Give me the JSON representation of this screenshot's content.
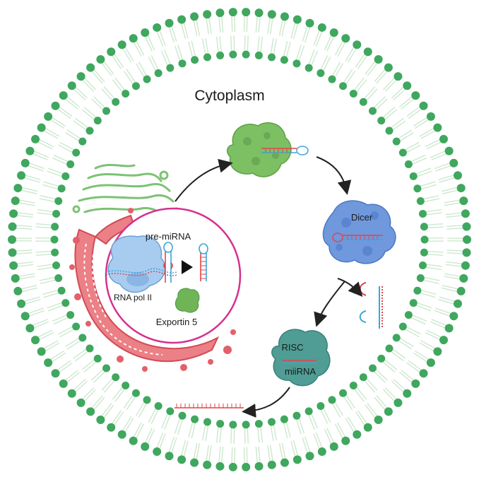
{
  "labels": {
    "cytoplasm": "Cytoplasm",
    "pre_mirna": "pre-miRNA",
    "rna_pol": "RNA pol II",
    "exportin": "Exportin 5",
    "dicer": "Dicer",
    "risc": "RISC",
    "mirna": "miiRNA"
  },
  "colors": {
    "membrane_head": "#3fa75e",
    "membrane_tail": "#cde8cf",
    "golgi": "#7cc274",
    "er": "#e2606a",
    "nucleus": "#d6308f",
    "exportin": "#6fb457",
    "polymerase": "#7fb2e6",
    "dicer": "#6f98dd",
    "risc": "#4f9d94",
    "rna_red": "#e0454a",
    "rna_blue": "#3aa7d8",
    "arrow": "#222222"
  }
}
